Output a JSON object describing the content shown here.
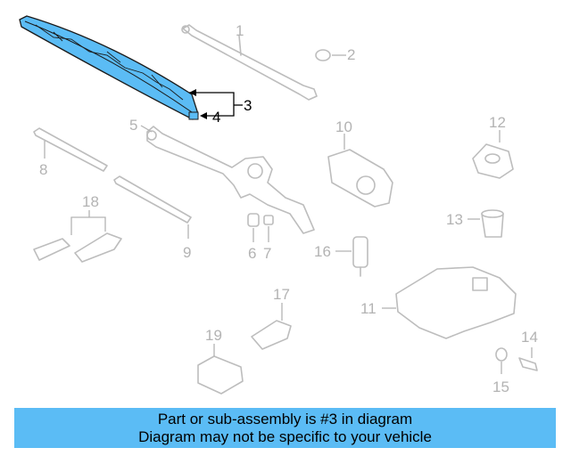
{
  "diagram": {
    "highlight_color": "#5bbcf5",
    "part_line_color": "#bdbdbd",
    "callouts": {
      "c1": "1",
      "c2": "2",
      "c3": "3",
      "c4": "4",
      "c5": "5",
      "c6": "6",
      "c7": "7",
      "c8": "8",
      "c9": "9",
      "c10": "10",
      "c11": "11",
      "c12": "12",
      "c13": "13",
      "c14": "14",
      "c15": "15",
      "c16": "16",
      "c17": "17",
      "c18": "18",
      "c19": "19"
    },
    "selected_callout": "3"
  },
  "caption": {
    "line1": "Part or sub-assembly is #3 in diagram",
    "line2": "Diagram may not be specific to your vehicle"
  }
}
